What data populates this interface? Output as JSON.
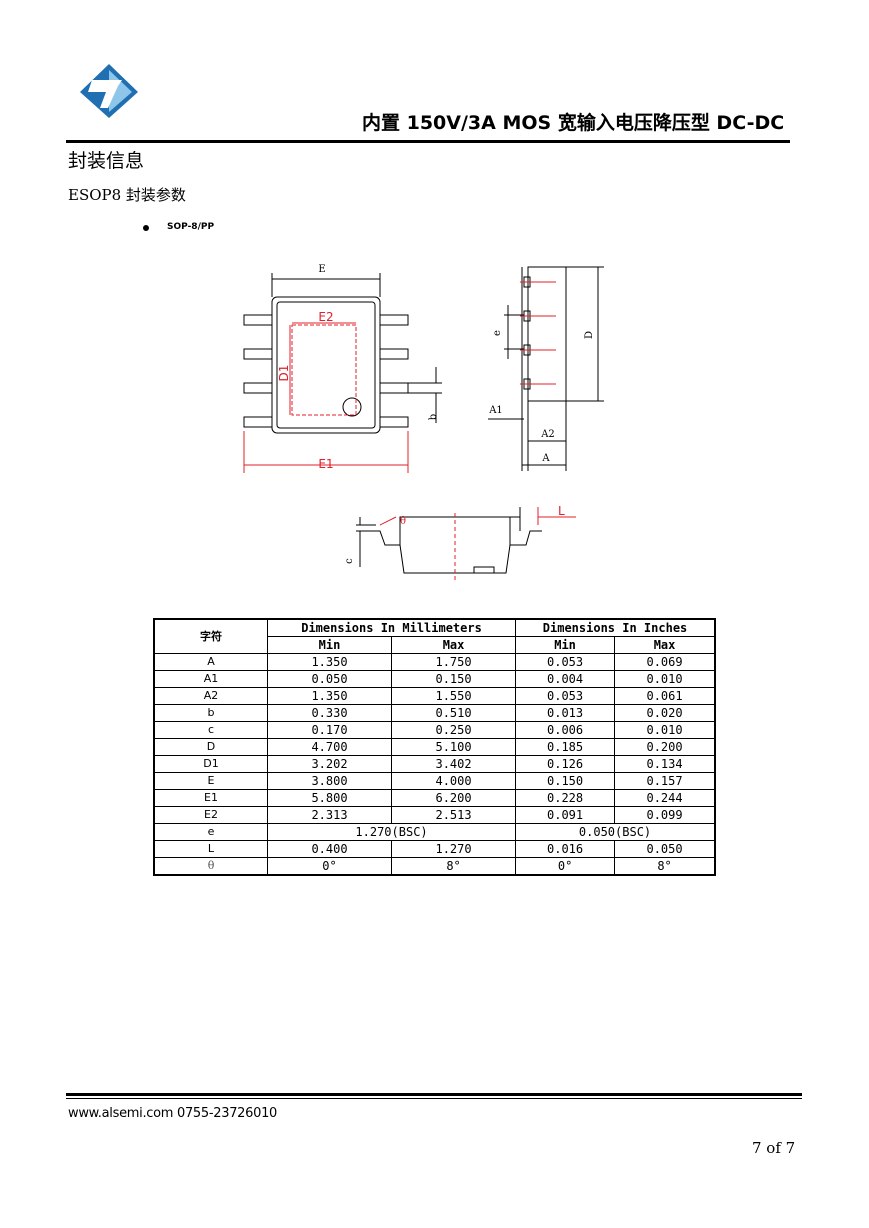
{
  "header": {
    "title": "内置 150V/3A MOS 宽输入电压降压型 DC-DC"
  },
  "section": {
    "title": "封装信息",
    "subtitle": "ESOP8 封装参数",
    "bullet": "SOP-8/PP"
  },
  "drawing_labels": {
    "E": "E",
    "E1": "E1",
    "E2": "E2",
    "D": "D",
    "D1": "D1",
    "b": "b",
    "e": "e",
    "A": "A",
    "A1": "A1",
    "A2": "A2",
    "c": "c",
    "L": "L",
    "theta": "θ"
  },
  "colors": {
    "red": "#e0202a",
    "logo_blue": "#1f6fb2",
    "logo_light": "#8ec6ea"
  },
  "table": {
    "symbol_header": "字符",
    "mm_header": "Dimensions In Millimeters",
    "in_header": "Dimensions In Inches",
    "min": "Min",
    "max": "Max",
    "rows": [
      {
        "sym": "A",
        "mm_min": "1.350",
        "mm_max": "1.750",
        "in_min": "0.053",
        "in_max": "0.069"
      },
      {
        "sym": "A1",
        "mm_min": "0.050",
        "mm_max": "0.150",
        "in_min": "0.004",
        "in_max": "0.010"
      },
      {
        "sym": "A2",
        "mm_min": "1.350",
        "mm_max": "1.550",
        "in_min": "0.053",
        "in_max": "0.061"
      },
      {
        "sym": "b",
        "mm_min": "0.330",
        "mm_max": "0.510",
        "in_min": "0.013",
        "in_max": "0.020"
      },
      {
        "sym": "c",
        "mm_min": "0.170",
        "mm_max": "0.250",
        "in_min": "0.006",
        "in_max": "0.010"
      },
      {
        "sym": "D",
        "mm_min": "4.700",
        "mm_max": "5.100",
        "in_min": "0.185",
        "in_max": "0.200"
      },
      {
        "sym": "D1",
        "mm_min": "3.202",
        "mm_max": "3.402",
        "in_min": "0.126",
        "in_max": "0.134"
      },
      {
        "sym": "E",
        "mm_min": "3.800",
        "mm_max": "4.000",
        "in_min": "0.150",
        "in_max": "0.157"
      },
      {
        "sym": "E1",
        "mm_min": "5.800",
        "mm_max": "6.200",
        "in_min": "0.228",
        "in_max": "0.244"
      },
      {
        "sym": "E2",
        "mm_min": "2.313",
        "mm_max": "2.513",
        "in_min": "0.091",
        "in_max": "0.099"
      }
    ],
    "e_row": {
      "sym": "e",
      "mm": "1.270(BSC)",
      "in": "0.050(BSC)"
    },
    "l_row": {
      "sym": "L",
      "mm_min": "0.400",
      "mm_max": "1.270",
      "in_min": "0.016",
      "in_max": "0.050"
    },
    "theta_row": {
      "sym": "θ",
      "mm_min": "0°",
      "mm_max": "8°",
      "in_min": "0°",
      "in_max": "8°"
    }
  },
  "footer": {
    "contact": "www.alsemi.com  0755-23726010",
    "page": "7 of 7"
  }
}
